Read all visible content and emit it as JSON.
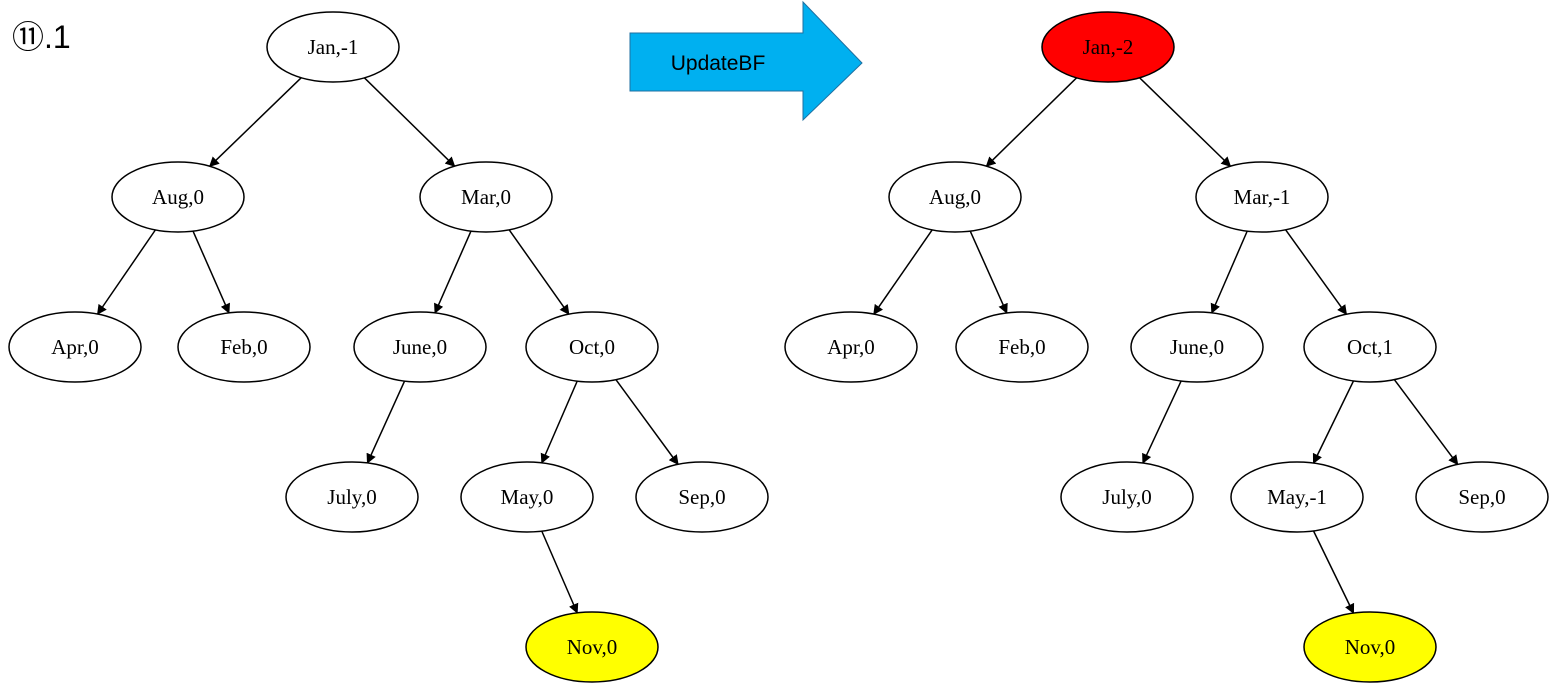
{
  "step_label": "⑪.1",
  "operation": {
    "label": "UpdateBF",
    "icon": "right-arrow-icon",
    "fill": "#00B0F0"
  },
  "colors": {
    "default_fill": "#ffffff",
    "highlight_fill": "#FFFF00",
    "unbalanced_fill": "#FF0000",
    "stroke": "#000000"
  },
  "trees": [
    {
      "name": "before",
      "nodes": [
        {
          "id": "jan",
          "label": "Jan,-1",
          "fill": "#ffffff"
        },
        {
          "id": "aug",
          "label": "Aug,0",
          "fill": "#ffffff"
        },
        {
          "id": "mar",
          "label": "Mar,0",
          "fill": "#ffffff"
        },
        {
          "id": "apr",
          "label": "Apr,0",
          "fill": "#ffffff"
        },
        {
          "id": "feb",
          "label": "Feb,0",
          "fill": "#ffffff"
        },
        {
          "id": "june",
          "label": "June,0",
          "fill": "#ffffff"
        },
        {
          "id": "oct",
          "label": "Oct,0",
          "fill": "#ffffff"
        },
        {
          "id": "july",
          "label": "July,0",
          "fill": "#ffffff"
        },
        {
          "id": "may",
          "label": "May,0",
          "fill": "#ffffff"
        },
        {
          "id": "sep",
          "label": "Sep,0",
          "fill": "#ffffff"
        },
        {
          "id": "nov",
          "label": "Nov,0",
          "fill": "#FFFF00"
        }
      ],
      "edges": [
        [
          "jan",
          "aug"
        ],
        [
          "jan",
          "mar"
        ],
        [
          "aug",
          "apr"
        ],
        [
          "aug",
          "feb"
        ],
        [
          "mar",
          "june"
        ],
        [
          "mar",
          "oct"
        ],
        [
          "june",
          "july"
        ],
        [
          "oct",
          "may"
        ],
        [
          "oct",
          "sep"
        ],
        [
          "may",
          "nov"
        ]
      ]
    },
    {
      "name": "after",
      "nodes": [
        {
          "id": "jan",
          "label": "Jan,-2",
          "fill": "#FF0000"
        },
        {
          "id": "aug",
          "label": "Aug,0",
          "fill": "#ffffff"
        },
        {
          "id": "mar",
          "label": "Mar,-1",
          "fill": "#ffffff"
        },
        {
          "id": "apr",
          "label": "Apr,0",
          "fill": "#ffffff"
        },
        {
          "id": "feb",
          "label": "Feb,0",
          "fill": "#ffffff"
        },
        {
          "id": "june",
          "label": "June,0",
          "fill": "#ffffff"
        },
        {
          "id": "oct",
          "label": "Oct,1",
          "fill": "#ffffff"
        },
        {
          "id": "july",
          "label": "July,0",
          "fill": "#ffffff"
        },
        {
          "id": "may",
          "label": "May,-1",
          "fill": "#ffffff"
        },
        {
          "id": "sep",
          "label": "Sep,0",
          "fill": "#ffffff"
        },
        {
          "id": "nov",
          "label": "Nov,0",
          "fill": "#FFFF00"
        }
      ],
      "edges": [
        [
          "jan",
          "aug"
        ],
        [
          "jan",
          "mar"
        ],
        [
          "aug",
          "apr"
        ],
        [
          "aug",
          "feb"
        ],
        [
          "mar",
          "june"
        ],
        [
          "mar",
          "oct"
        ],
        [
          "june",
          "july"
        ],
        [
          "oct",
          "may"
        ],
        [
          "oct",
          "sep"
        ],
        [
          "may",
          "nov"
        ]
      ]
    }
  ]
}
